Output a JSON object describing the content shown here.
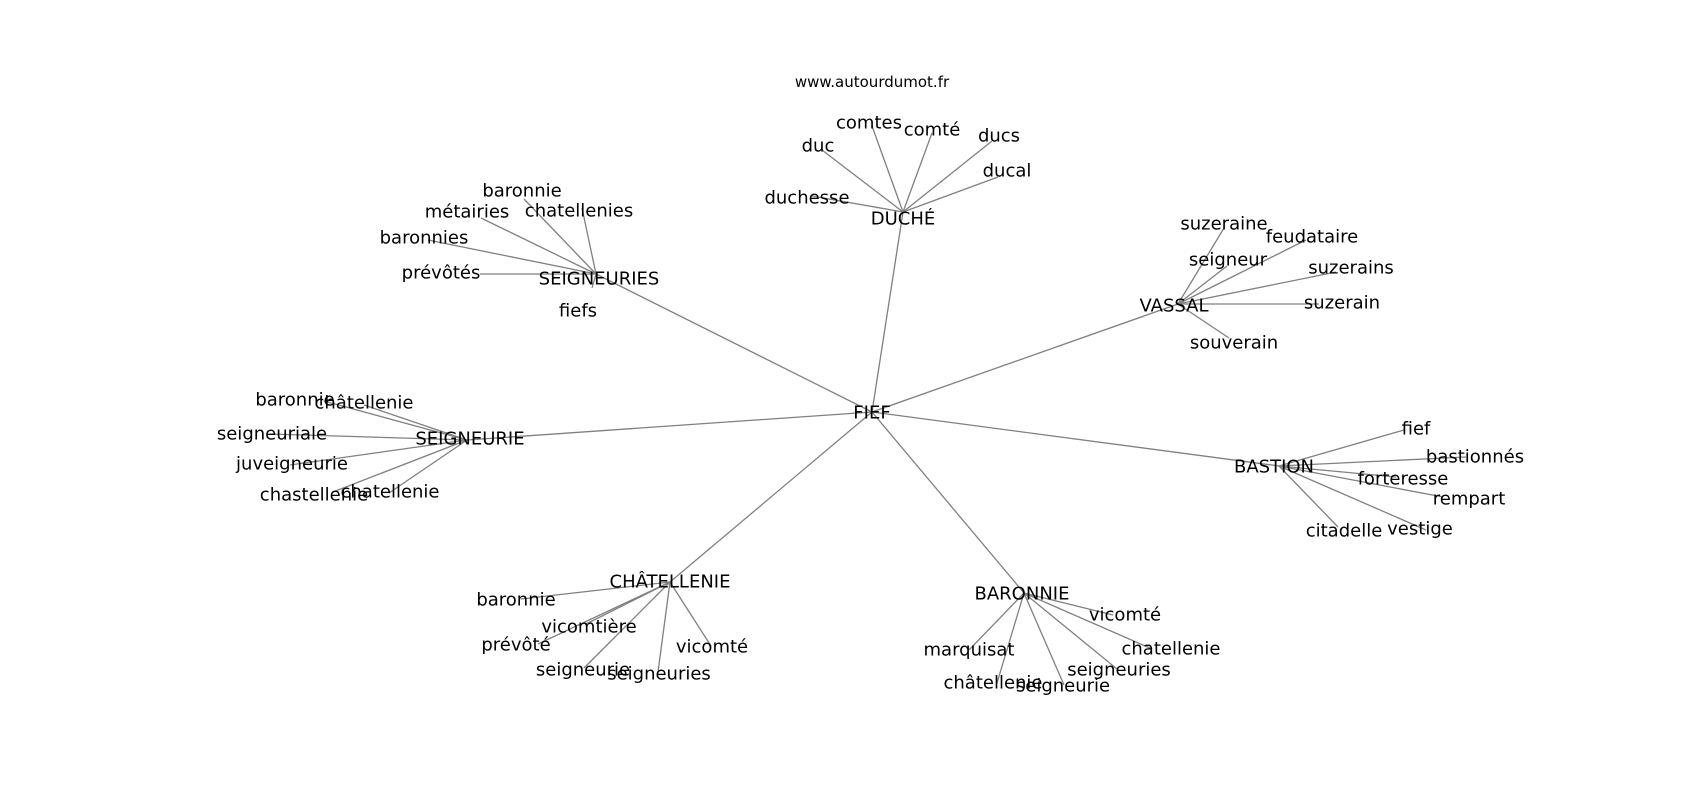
{
  "source": "www.autourdumot.fr",
  "root": "FIEF",
  "hubs": [
    {
      "id": "duche",
      "label": "DUCHÉ",
      "leaves": [
        "duc",
        "comtes",
        "comté",
        "ducs",
        "ducal",
        "duchesse"
      ]
    },
    {
      "id": "seigneuries",
      "label": "SEIGNEURIES",
      "leaves": [
        "baronnie",
        "métairies",
        "chatellenies",
        "baronnies",
        "prévôtés",
        "fiefs"
      ]
    },
    {
      "id": "vassal",
      "label": "VASSAL",
      "leaves": [
        "suzeraine",
        "feudataire",
        "seigneur",
        "suzerains",
        "suzerain",
        "souverain"
      ]
    },
    {
      "id": "seigneurie",
      "label": "SEIGNEURIE",
      "leaves": [
        "baronnie",
        "châtellenie",
        "seigneuriale",
        "juveigneurie",
        "chastellenie",
        "chatellenie"
      ]
    },
    {
      "id": "bastion",
      "label": "BASTION",
      "leaves": [
        "fief",
        "bastionnés",
        "forteresse",
        "rempart",
        "citadelle",
        "vestige"
      ]
    },
    {
      "id": "chatellenie",
      "label": "CHÂTELLENIE",
      "leaves": [
        "baronnie",
        "vicomtière",
        "prévôté",
        "vicomté",
        "seigneurie",
        "seigneuries"
      ]
    },
    {
      "id": "baronnie",
      "label": "BARONNIE",
      "leaves": [
        "vicomté",
        "marquisat",
        "chatellenie",
        "seigneuries",
        "châtellenie",
        "seigneurie"
      ]
    }
  ]
}
